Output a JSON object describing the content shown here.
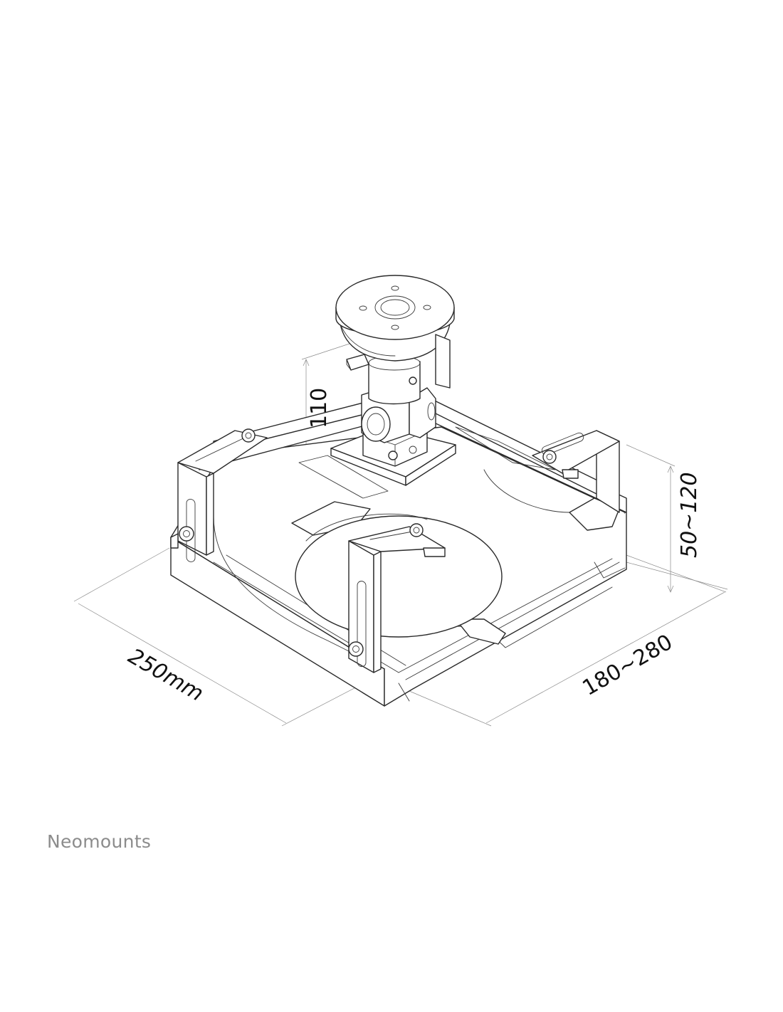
{
  "dimensions": {
    "height_top": "110",
    "height_adjust": "50~120",
    "width": "250mm",
    "depth": "180~280"
  },
  "brand": {
    "name": "Neomounts"
  },
  "colors": {
    "line": "#2a2a2a",
    "dimension_line": "#8a8a8a",
    "brand_text": "#8c8c8c",
    "background": "#ffffff"
  }
}
